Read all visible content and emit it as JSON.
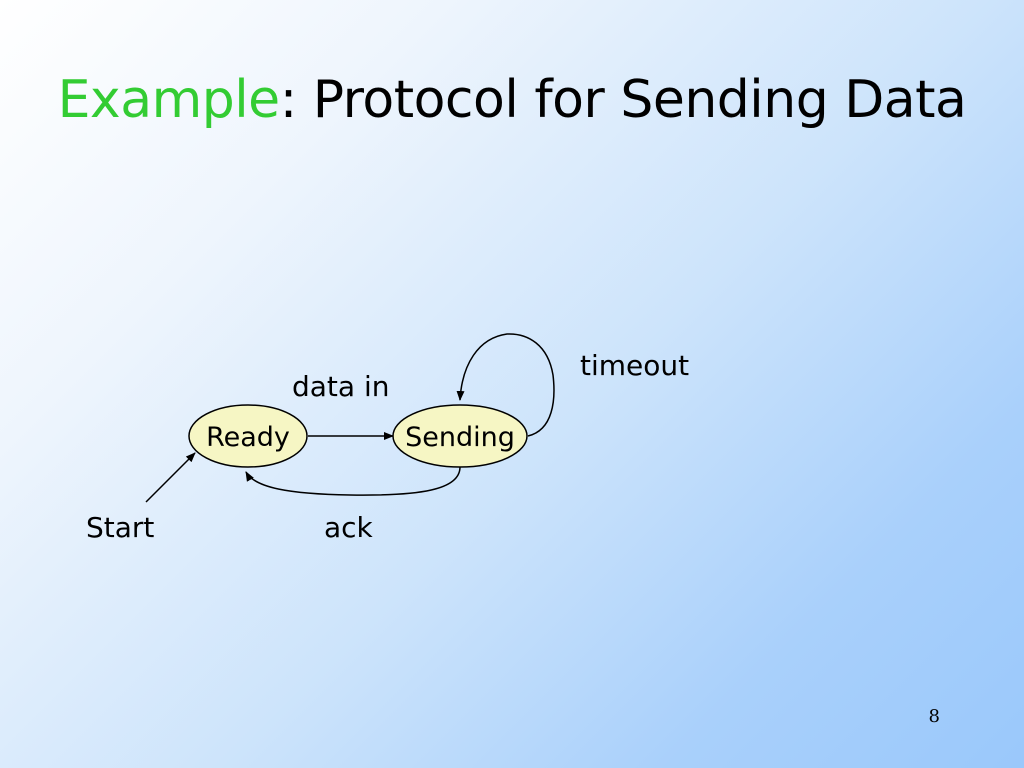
{
  "slide": {
    "title_accent": "Example",
    "title_rest": ": Protocol for Sending Data",
    "page_number": "8"
  },
  "diagram": {
    "states": [
      {
        "id": "ready",
        "label": "Ready"
      },
      {
        "id": "sending",
        "label": "Sending"
      }
    ],
    "transitions": [
      {
        "from": "start",
        "to": "ready",
        "label": "Start"
      },
      {
        "from": "ready",
        "to": "sending",
        "label": "data in"
      },
      {
        "from": "sending",
        "to": "ready",
        "label": "ack"
      },
      {
        "from": "sending",
        "to": "sending",
        "label": "timeout"
      }
    ],
    "colors": {
      "state_fill": "#f6f6c4",
      "title_accent": "#33cc33",
      "stroke": "#000000"
    }
  }
}
